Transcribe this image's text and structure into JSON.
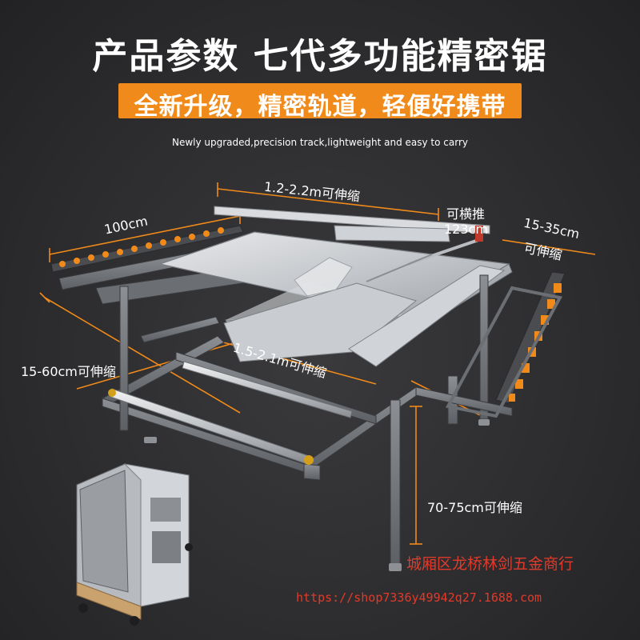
{
  "header": {
    "title": "产品参数  七代多功能精密锯",
    "banner": "全新升级，精密轨道，轻便好携带",
    "subtitle": "Newly upgraded,precision track,lightweight and easy to carry"
  },
  "dimensions": {
    "length": "1.2-2.2m可伸缩",
    "push_label": "可横推",
    "push_value": "123cm",
    "right_range": "15-35cm",
    "right_label": "可伸缩",
    "left_top": "100cm",
    "left_side": "15-60cm可伸缩",
    "middle": "1.5-2.1m可伸缩",
    "height": "70-75cm可伸缩"
  },
  "watermark": {
    "shop_name": "城厢区龙桥林剑五金商行",
    "shop_url": "https://shop7336y49942q27.1688.com"
  },
  "colors": {
    "accent": "#f08a1a",
    "watermark": "#e23a2a",
    "background": "#2f2f31"
  }
}
